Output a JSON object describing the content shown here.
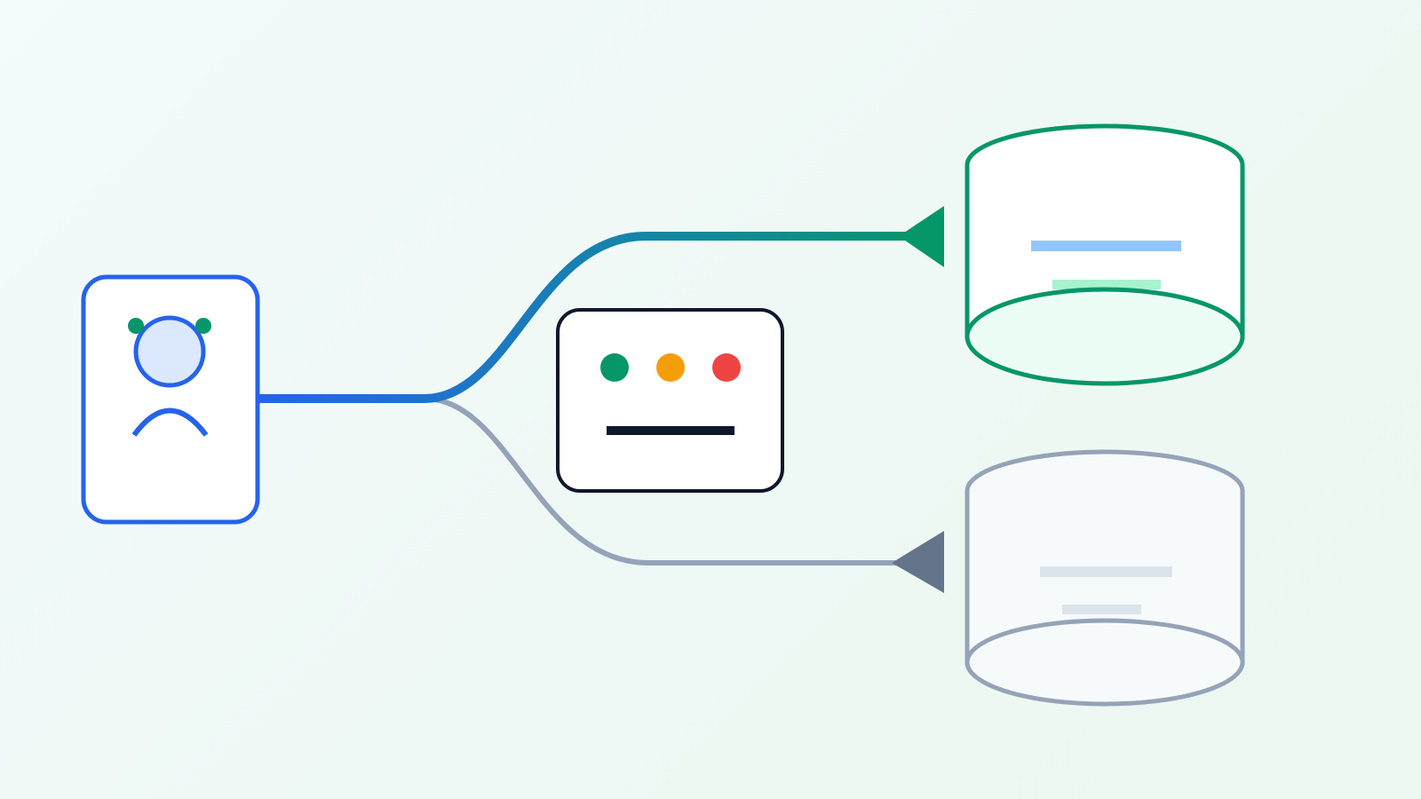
{
  "diagram": {
    "nodes": [
      {
        "id": "user",
        "kind": "user-card",
        "icon": "user-icon"
      },
      {
        "id": "router",
        "kind": "status-panel",
        "icon": "traffic-light-icon"
      },
      {
        "id": "primary-db",
        "kind": "database",
        "state": "active"
      },
      {
        "id": "secondary-db",
        "kind": "database",
        "state": "inactive"
      }
    ],
    "edges": [
      {
        "from": "user",
        "to": "primary-db",
        "state": "active"
      },
      {
        "from": "user",
        "to": "secondary-db",
        "state": "inactive"
      }
    ],
    "colors": {
      "user_blue": "#2563eb",
      "user_fill": "#dbe8fd",
      "active_green": "#059669",
      "active_fill": "#ecfdf5",
      "inactive_gray": "#94a3b8",
      "inactive_arrow": "#64748b",
      "status_green": "#059669",
      "status_amber": "#f59e0b",
      "status_red": "#ef4444",
      "panel_stroke": "#0f172a",
      "db_line_blue": "#93c5fd",
      "db_line_mint": "#a7f3d0",
      "db_line_gray": "#dbe3ec"
    }
  }
}
